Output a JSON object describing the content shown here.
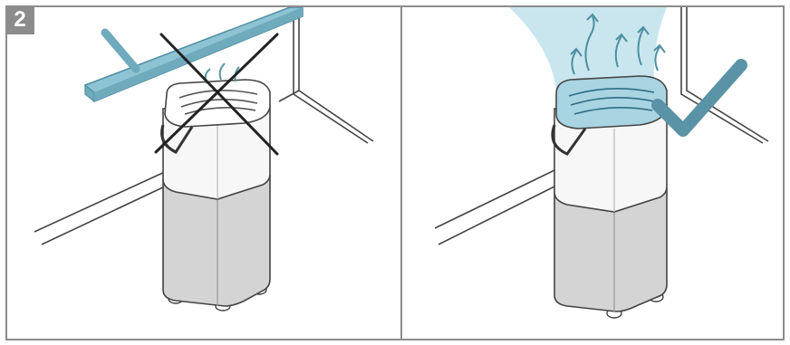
{
  "step": {
    "number": "2"
  },
  "panels": [
    {
      "id": "incorrect",
      "status_icon": "cross-icon",
      "status_color": "#222222",
      "obstruction_color": "#8ec3d3"
    },
    {
      "id": "correct",
      "status_icon": "checkmark-icon",
      "status_color": "#5a93a6",
      "airflow_color": "#bfe2ec"
    }
  ]
}
